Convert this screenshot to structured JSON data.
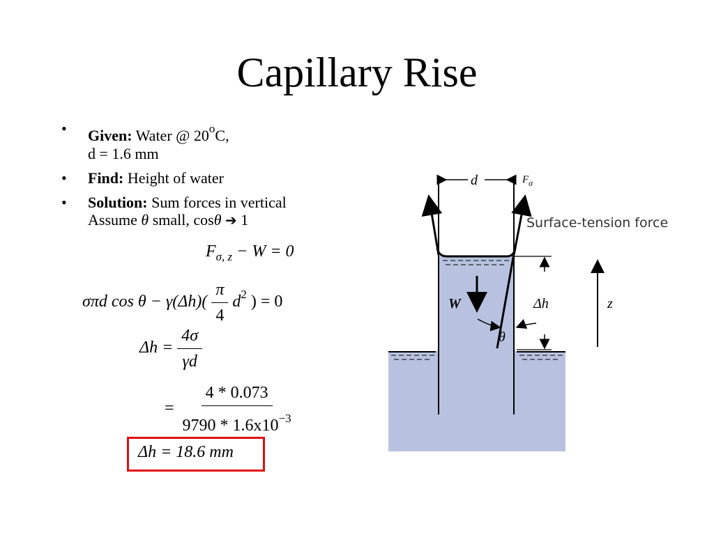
{
  "title": "Capillary Rise",
  "bullets": {
    "given_label": "Given:",
    "given_text": "Water @ 20",
    "given_sup": "o",
    "given_text_end": "C,",
    "given_line2": "d = 1.6 mm",
    "find_label": "Find:",
    "find_text": "Height of water",
    "solution_label": "Solution:",
    "solution_text": "Sum forces in vertical",
    "bullet_char": "•"
  },
  "assume": {
    "prefix": "Assume",
    "theta": "θ",
    "middle": "small, cos",
    "arrow": "➔",
    "value": "1"
  },
  "equations": {
    "eq1": "F",
    "eq1_sub": "σ, z",
    "eq1_rest": " − W = 0",
    "eq2_left": "σπd cos θ − γ(Δh)(",
    "eq2_frac_num": "π",
    "eq2_frac_den": "4",
    "eq2_d": "d",
    "eq2_sup": "2",
    "eq2_right": ") = 0",
    "eq3_left": "Δh =",
    "eq3_num": "4σ",
    "eq3_den": "γd",
    "eq4_left": "=",
    "eq4_num": "4 * 0.073",
    "eq4_den": "9790 * 1.6x10",
    "eq4_den_sup": "−3",
    "result": "Δh = 18.6 mm"
  },
  "diagram": {
    "label_d": "d",
    "label_f": "F",
    "label_f_sub": "σ",
    "label_surface": "Surface-tension force",
    "label_w": "W",
    "label_dh": "Δh",
    "label_z": "z",
    "label_theta": "θ"
  },
  "colors": {
    "water": "#b8c2e0",
    "highlight_box": "#e01010"
  }
}
